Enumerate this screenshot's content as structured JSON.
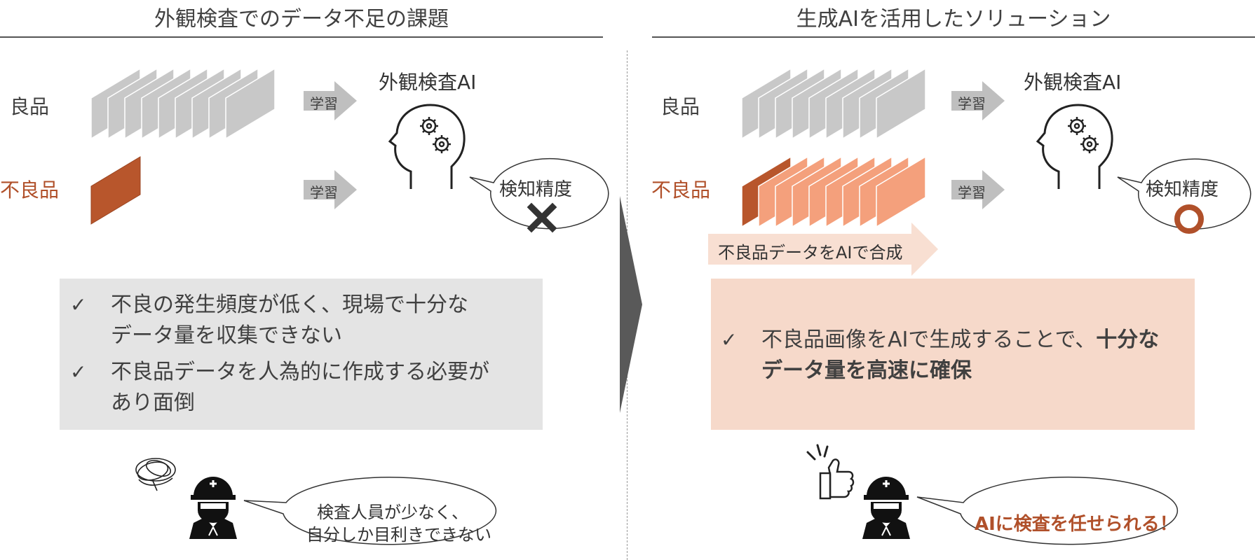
{
  "left": {
    "title": "外観検査でのデータ不足の課題",
    "good_label": "良品",
    "bad_label": "不良品",
    "learn_label_1": "学習",
    "learn_label_2": "学習",
    "ai_title": "外観検査AI",
    "accuracy_label": "検知精度",
    "accuracy_mark": "cross",
    "bullets": [
      {
        "line1": "不良の発生頻度が低く、現場で十分な",
        "line2": "データ量を収集できない"
      },
      {
        "line1": "不良品データを人為的に作成する必要が",
        "line2": "あり面倒"
      }
    ],
    "worker_speech_line1": "検査人員が少なく、",
    "worker_speech_line2": "自分しか目利きできない",
    "worker_mood_icon": "confused-scribble-icon"
  },
  "right": {
    "title": "生成AIを活用したソリューション",
    "good_label": "良品",
    "bad_label": "不良品",
    "learn_label_1": "学習",
    "learn_label_2": "学習",
    "ai_title": "外観検査AI",
    "accuracy_label": "検知精度",
    "accuracy_mark": "circle",
    "synth_arrow_label": "不良品データをAIで合成",
    "bullet": {
      "line1_plain": "不良品画像をAIで生成することで、",
      "line1_bold": "十分な",
      "line2_bold": "データ量を高速に確保"
    },
    "worker_speech": "AIに検査を任せられる！",
    "worker_mood_icon": "thumbs-up-icon"
  },
  "colors": {
    "good_sample": "#c8c8c8",
    "bad_sample_dark": "#b8562c",
    "bad_sample_light": "#f4a07c",
    "accent_text": "#b0502a",
    "gray_box": "#e4e4e4",
    "peach_box": "#f6d9ca",
    "arrow_gray": "#bfbfbf",
    "divider_chevron": "#595959"
  }
}
